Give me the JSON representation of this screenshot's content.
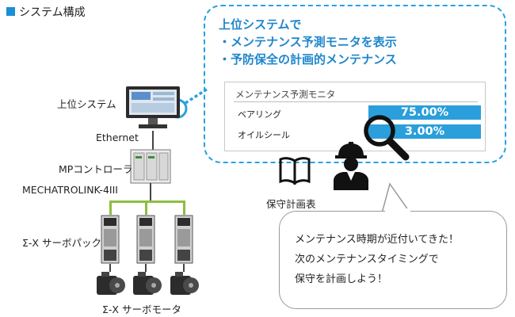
{
  "header": {
    "title": "システム構成"
  },
  "callout": {
    "lines": [
      "上位システムで",
      "・メンテナンス予測モニタを表示",
      "・予防保全の計画的メンテナンス"
    ]
  },
  "monitor": {
    "title": "メンテナンス予測モニタ",
    "rows": [
      {
        "label": "ベアリング",
        "value": "75.00%"
      },
      {
        "label": "オイルシール",
        "value": "3.00%"
      }
    ]
  },
  "labels": {
    "host_system": "上位システム",
    "ethernet": "Ethernet",
    "mp_controller": "MPコントローラ",
    "mechatrolink": "MECHATROLINK-4III",
    "servopack": "Σ-X サーボパック",
    "servomotor": "Σ-X サーボモータ",
    "maintenance_plan": "保守計画表"
  },
  "speech": {
    "lines": [
      "メンテナンス時期が近付いてきた！",
      "次のメンテナンスタイミングで",
      "保守を計画しよう！"
    ]
  },
  "colors": {
    "accent": "#1a8fd6",
    "bar": "#2a9fdb",
    "network": "#8cbe3f"
  }
}
